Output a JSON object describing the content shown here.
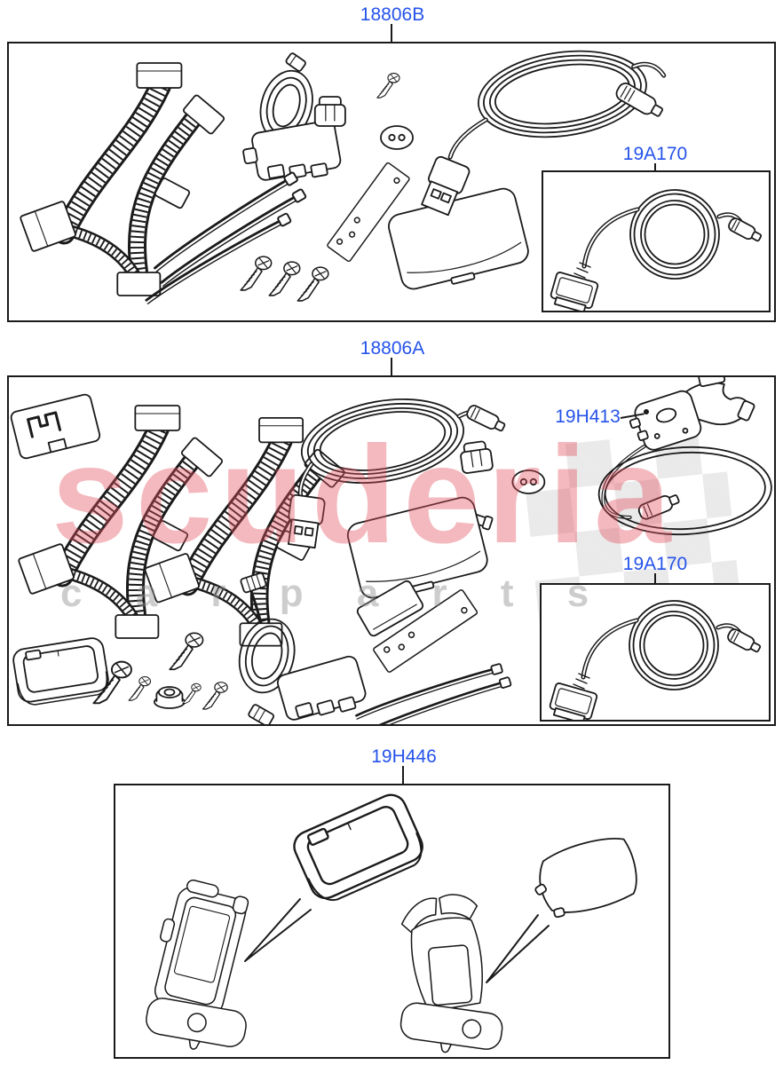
{
  "colors": {
    "label_blue": "#2553ea",
    "line": "#1a1a1a",
    "checker_gray": "#d9d9d9",
    "watermark_pink": "rgba(224,80,92,0.40)",
    "watermark_gray": "rgba(145,145,145,0.45)"
  },
  "watermark": {
    "brand": "scuderia",
    "sub": "c a r  p a r t s"
  },
  "panels": [
    {
      "id": "18806B",
      "label": "18806B",
      "parts": [
        "wiring-harness",
        "adapter-cable-with-module",
        "retaining-clip",
        "screw",
        "grommet",
        "mounting-bracket-strip",
        "interface-module",
        "cable-tie",
        "cable-tie",
        "cable-tie",
        "screw",
        "screw",
        "screw",
        "usb-extension-cable"
      ],
      "inner": {
        "label": "19A170",
        "part": "media-player-interface-cable"
      }
    },
    {
      "id": "18806A",
      "label": "18806A",
      "parts": [
        "mounting-plate",
        "wiring-harness",
        "wiring-harness",
        "usb-extension-cable",
        "retaining-clip",
        "stud-fastener",
        "grommet",
        "interface-module",
        "storage-tray",
        "bolt",
        "screw",
        "flange-nut",
        "screw",
        "screw",
        "screw",
        "adapter-cable-with-module",
        "blanking-plate",
        "mounting-bracket-strip",
        "cable-tie",
        "cable-tie"
      ],
      "callout": {
        "label": "19H413",
        "part": "dock-connector-with-cable"
      },
      "inner": {
        "label": "19A170",
        "part": "media-player-interface-cable"
      }
    },
    {
      "id": "19H446",
      "label": "19H446",
      "parts": [
        "phone-cradle",
        "cradle-tray",
        "phone-cradle",
        "cradle-cover"
      ]
    }
  ]
}
